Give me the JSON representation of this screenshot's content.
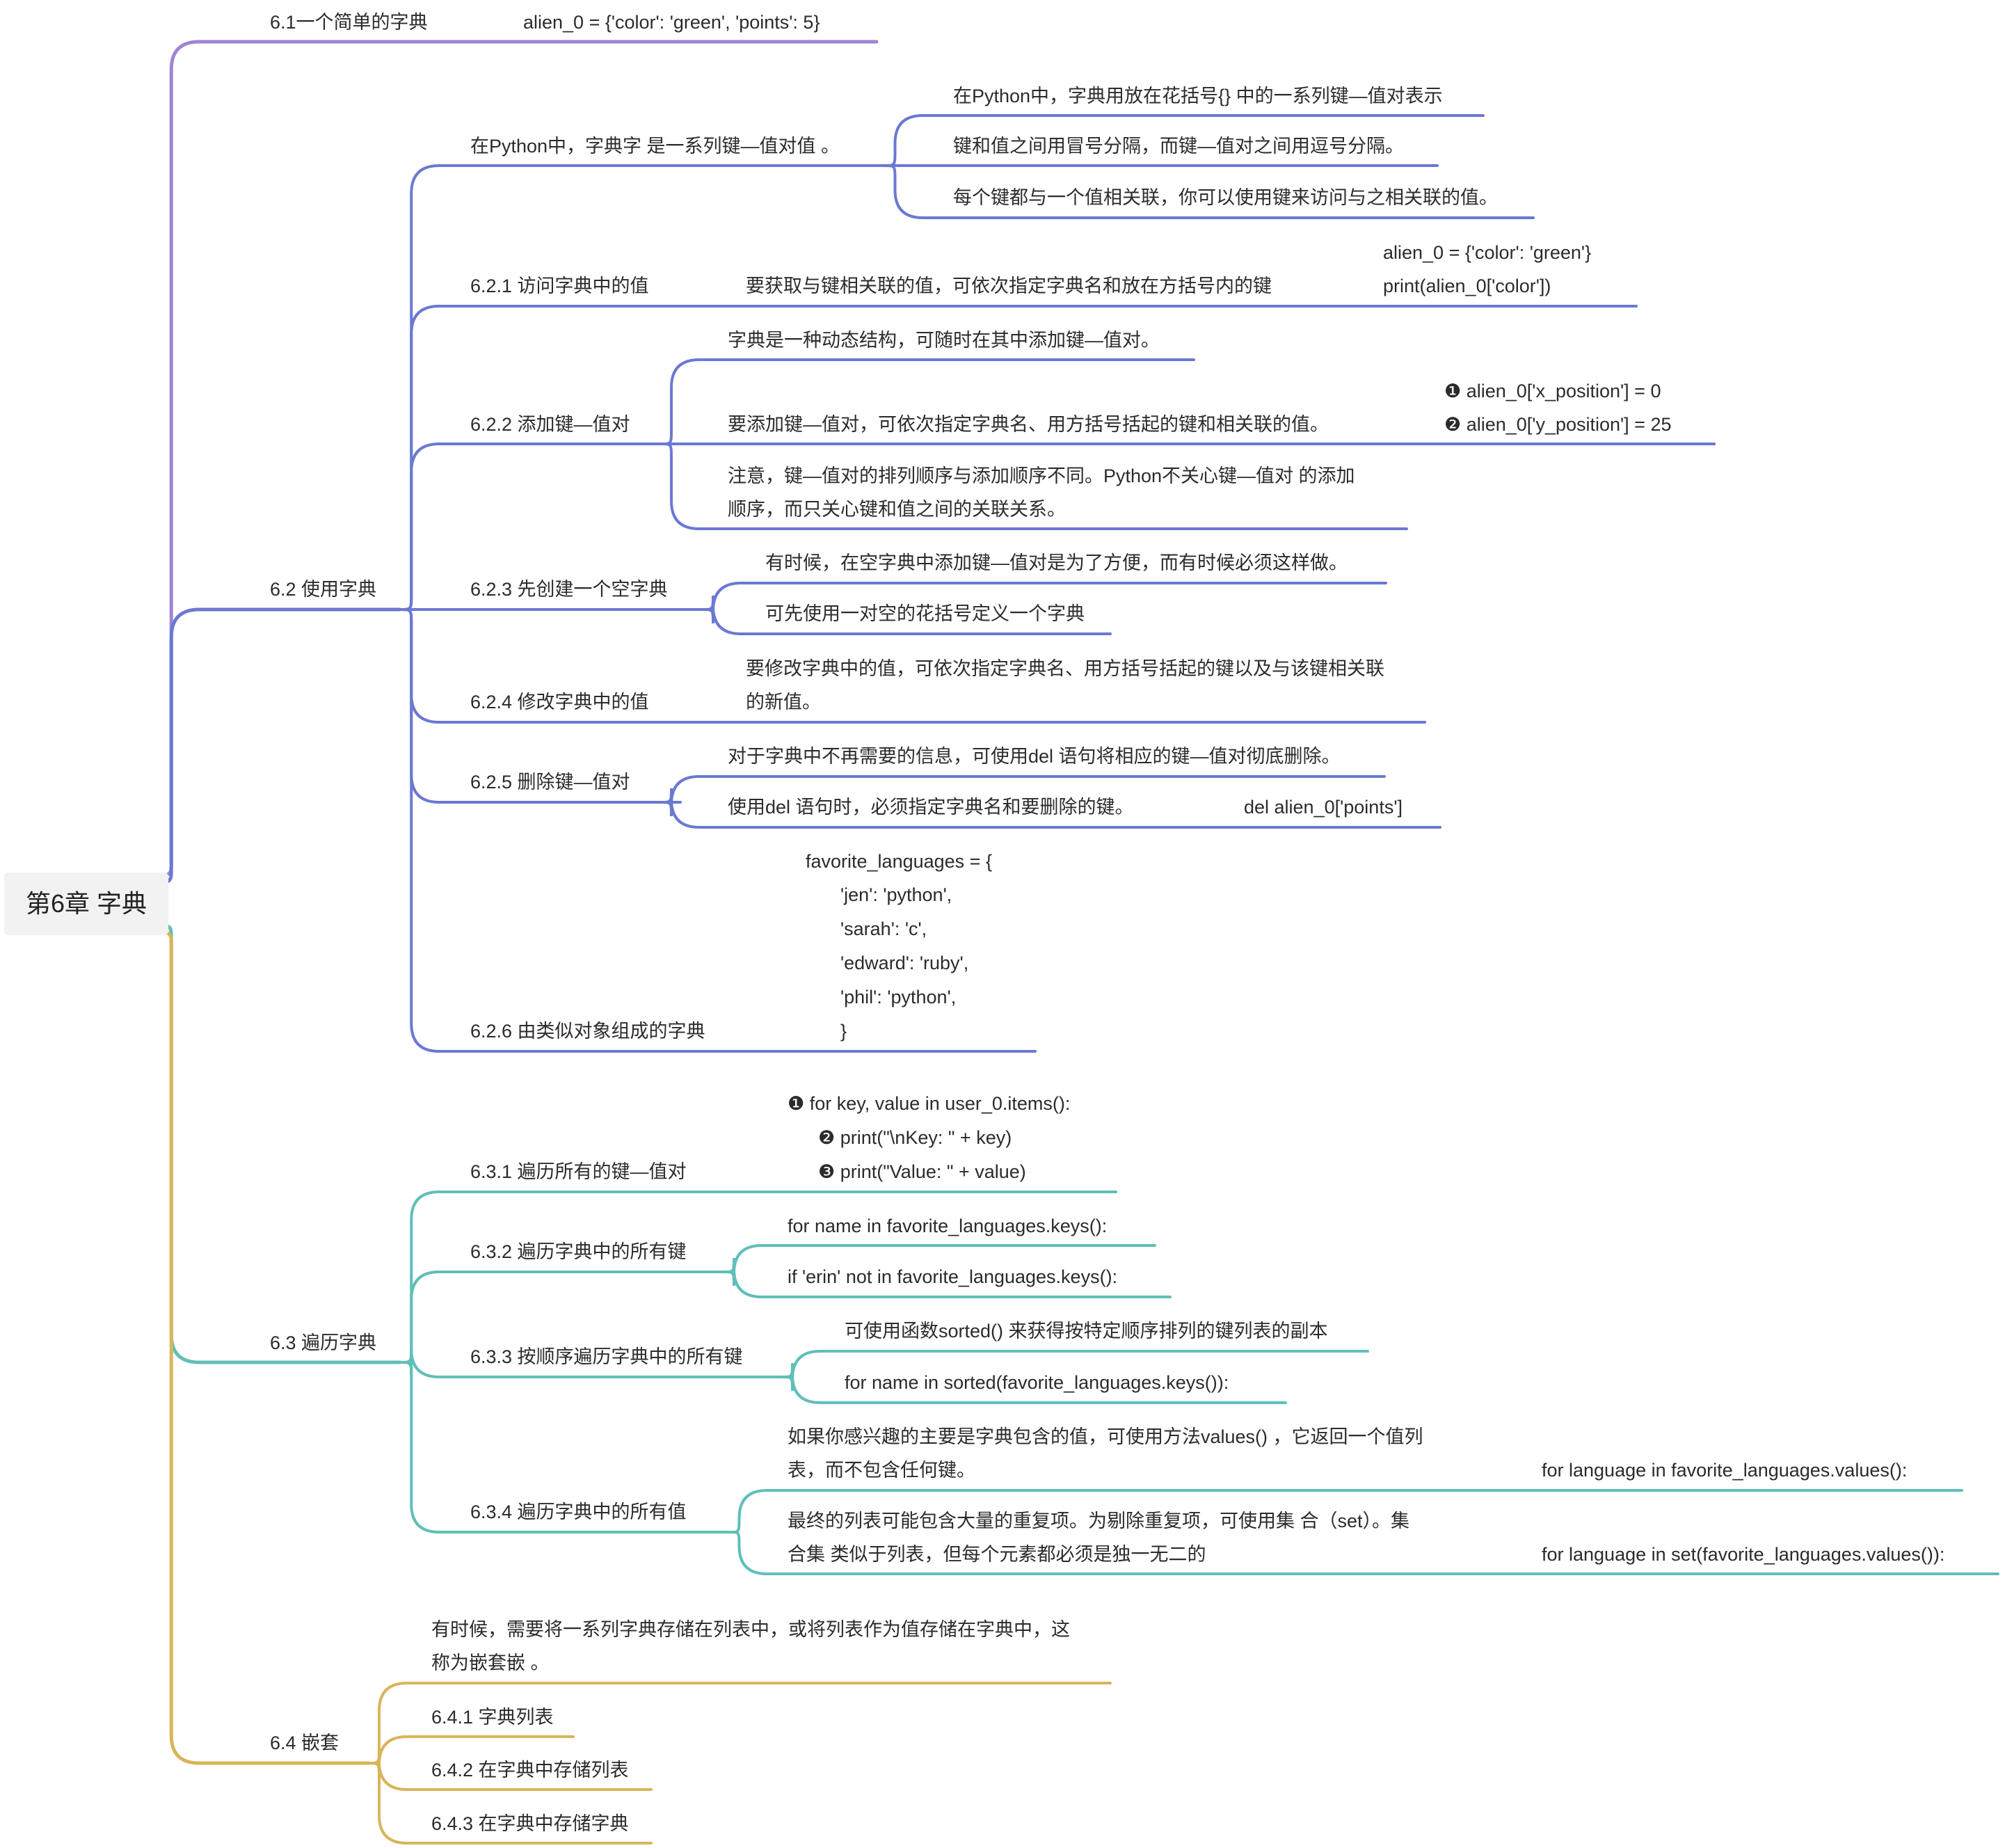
{
  "colors": {
    "s61": "#a183d3",
    "s62": "#6b79d3",
    "s63": "#60bfb8",
    "s64": "#d9b55a"
  },
  "root": "第6章 字典",
  "s61": {
    "title": "6.1一个简单的字典",
    "example": "alien_0 = {'color': 'green', 'points': 5}"
  },
  "s62": {
    "title": "6.2 使用字典",
    "intro": {
      "text": "在Python中，字典字 是一系列键—值对值 。",
      "points": [
        "在Python中，字典用放在花括号{} 中的一系列键—值对表示",
        "键和值之间用冒号分隔，而键—值对之间用逗号分隔。",
        "每个键都与一个值相关联，你可以使用键来访问与之相关联的值。"
      ]
    },
    "s621": {
      "title": "6.2.1 访问字典中的值",
      "desc": "要获取与键相关联的值，可依次指定字典名和放在方括号内的键",
      "code": [
        "alien_0 = {'color': 'green'}",
        "print(alien_0['color'])"
      ]
    },
    "s622": {
      "title": "6.2.2 添加键—值对",
      "p1": "字典是一种动态结构，可随时在其中添加键—值对。",
      "p2": "要添加键—值对，可依次指定字典名、用方括号括起的键和相关联的值。",
      "p2_code": [
        "❶ alien_0['x_position'] = 0",
        "❷ alien_0['y_position'] = 25"
      ],
      "p3": [
        "注意，键—值对的排列顺序与添加顺序不同。Python不关心键—值对 的添加",
        "顺序，而只关心键和值之间的关联关系。"
      ]
    },
    "s623": {
      "title": "6.2.3 先创建一个空字典",
      "p1": "有时候，在空字典中添加键—值对是为了方便，而有时候必须这样做。",
      "p2": "可先使用一对空的花括号定义一个字典"
    },
    "s624": {
      "title": "6.2.4 修改字典中的值",
      "desc": [
        "要修改字典中的值，可依次指定字典名、用方括号括起的键以及与该键相关联",
        "的新值。"
      ]
    },
    "s625": {
      "title": "6.2.5 删除键—值对",
      "p1": "对于字典中不再需要的信息，可使用del 语句将相应的键—值对彻底删除。",
      "p2": "使用del 语句时，必须指定字典名和要删除的键。",
      "p2_code": "del alien_0['points']"
    },
    "s626": {
      "title": "6.2.6 由类似对象组成的字典",
      "code": [
        "favorite_languages = {",
        "'jen': 'python',",
        "'sarah': 'c',",
        "'edward': 'ruby',",
        "'phil': 'python',",
        "}"
      ]
    }
  },
  "s63": {
    "title": "6.3 遍历字典",
    "s631": {
      "title": "6.3.1 遍历所有的键—值对",
      "code": [
        "❶ for key, value in user_0.items():",
        "❷ print(\"\\nKey: \" + key)",
        "❸ print(\"Value: \" + value)"
      ]
    },
    "s632": {
      "title": "6.3.2 遍历字典中的所有键",
      "p1": "for name in favorite_languages.keys():",
      "p2": "if 'erin' not in favorite_languages.keys():"
    },
    "s633": {
      "title": "6.3.3 按顺序遍历字典中的所有键",
      "p1": "可使用函数sorted() 来获得按特定顺序排列的键列表的副本",
      "p2": "for name in sorted(favorite_languages.keys()):"
    },
    "s634": {
      "title": "6.3.4 遍历字典中的所有值",
      "p1": [
        "如果你感兴趣的主要是字典包含的值，可使用方法values() ，它返回一个值列",
        "表，而不包含任何键。"
      ],
      "p1_code": "for language in favorite_languages.values():",
      "p2": [
        "最终的列表可能包含大量的重复项。为剔除重复项，可使用集 合（set）。集",
        "合集 类似于列表，但每个元素都必须是独一无二的"
      ],
      "p2_code": "for language in set(favorite_languages.values()):"
    }
  },
  "s64": {
    "title": "6.4 嵌套",
    "intro": [
      "有时候，需要将一系列字典存储在列表中，或将列表作为值存储在字典中，这",
      "称为嵌套嵌 。"
    ],
    "items": [
      "6.4.1 字典列表",
      "6.4.2 在字典中存储列表",
      "6.4.3 在字典中存储字典"
    ]
  }
}
